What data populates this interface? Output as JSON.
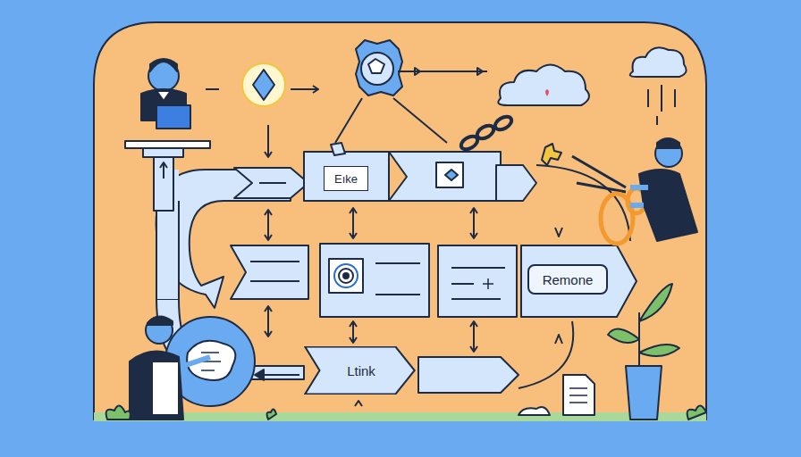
{
  "diagram": {
    "nodes": [
      {
        "text": [
          "Eıke"
        ]
      },
      {
        "text": [
          "Remone"
        ]
      },
      {
        "text": [
          "Ltink"
        ]
      }
    ]
  }
}
